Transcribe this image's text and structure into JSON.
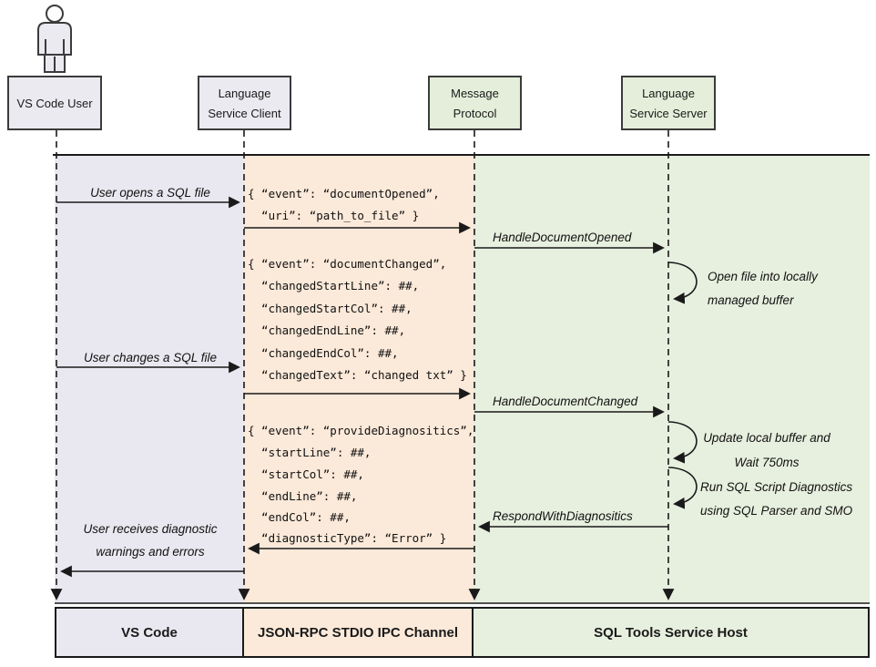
{
  "diagram": {
    "title_semantics": "VS Code SQL Tools language service sequence diagram",
    "actors": [
      {
        "id": "vs-code-user",
        "line1": "VS Code User",
        "line2": ""
      },
      {
        "id": "language-service-client",
        "line1": "Language",
        "line2": "Service Client"
      },
      {
        "id": "message-protocol",
        "line1": "Message",
        "line2": "Protocol"
      },
      {
        "id": "language-service-server",
        "line1": "Language",
        "line2": "Service Server"
      }
    ],
    "messages": {
      "user_opens": "User opens a SQL file",
      "handle_document_opened": "HandleDocumentOpened",
      "user_changes": "User changes a SQL file",
      "handle_document_changed": "HandleDocumentChanged",
      "respond_with_diagnostics": "RespondWithDiagnositics",
      "user_receives_line1": "User receives diagnostic",
      "user_receives_line2": "warnings and errors"
    },
    "notes": {
      "open_file_line1": "Open file into locally",
      "open_file_line2": "managed buffer",
      "update_buffer_line1": "Update local buffer and",
      "update_buffer_line2": "Wait 750ms",
      "run_diag_line1": "Run SQL Script Diagnostics",
      "run_diag_line2": "using SQL Parser and SMO"
    },
    "payloads": {
      "document_opened": {
        "lines": [
          "{ “event”: “documentOpened”,",
          "  “uri”: “path_to_file” }"
        ]
      },
      "document_changed": {
        "lines": [
          "{ “event”: “documentChanged”,",
          "  “changedStartLine”: ##,",
          "  “changedStartCol”: ##,",
          "  “changedEndLine”: ##,",
          "  “changedEndCol”: ##,",
          "  “changedText”: “changed txt” }"
        ]
      },
      "provide_diagnostics": {
        "lines": [
          "{ “event”: “provideDiagnositics”,",
          "  “startLine”: ##,",
          "  “startCol”: ##,",
          "  “endLine”: ##,",
          "  “endCol”: ##,",
          "  “diagnosticType”: “Error” }"
        ]
      }
    },
    "footers": [
      {
        "label": "VS Code"
      },
      {
        "label": "JSON-RPC STDIO IPC Channel"
      },
      {
        "label": "SQL Tools Service Host"
      }
    ],
    "colors": {
      "band_lavender": "#e9e8f0",
      "band_peach": "#fbe9d9",
      "band_green": "#e7efde",
      "box_gray": "#ebeaf1",
      "box_green": "#e4eeda",
      "border": "#3b3b3b",
      "line": "#1a1a1a"
    }
  }
}
